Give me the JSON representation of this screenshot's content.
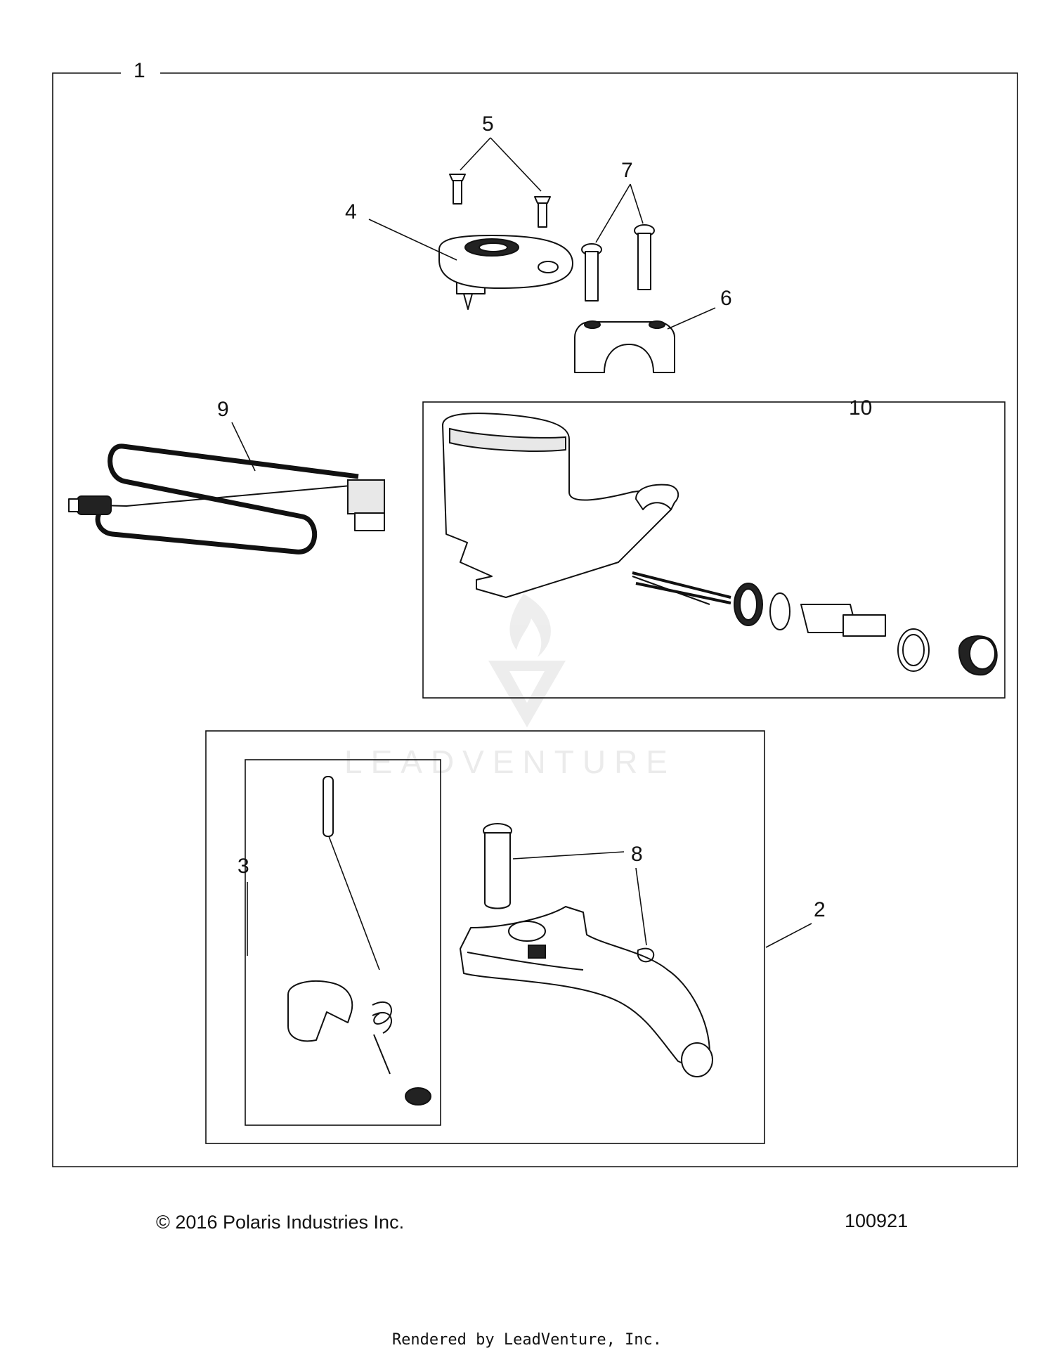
{
  "callouts": {
    "c1": "1",
    "c2": "2",
    "c3": "3",
    "c4": "4",
    "c5": "5",
    "c6": "6",
    "c7": "7",
    "c8": "8",
    "c9": "9",
    "c10": "10"
  },
  "watermark": {
    "text": "LEADVENTURE"
  },
  "footer": {
    "copyright": "© 2016 Polaris Industries Inc.",
    "diagram_number": "100921",
    "rendered_by": "Rendered by LeadVenture, Inc."
  }
}
